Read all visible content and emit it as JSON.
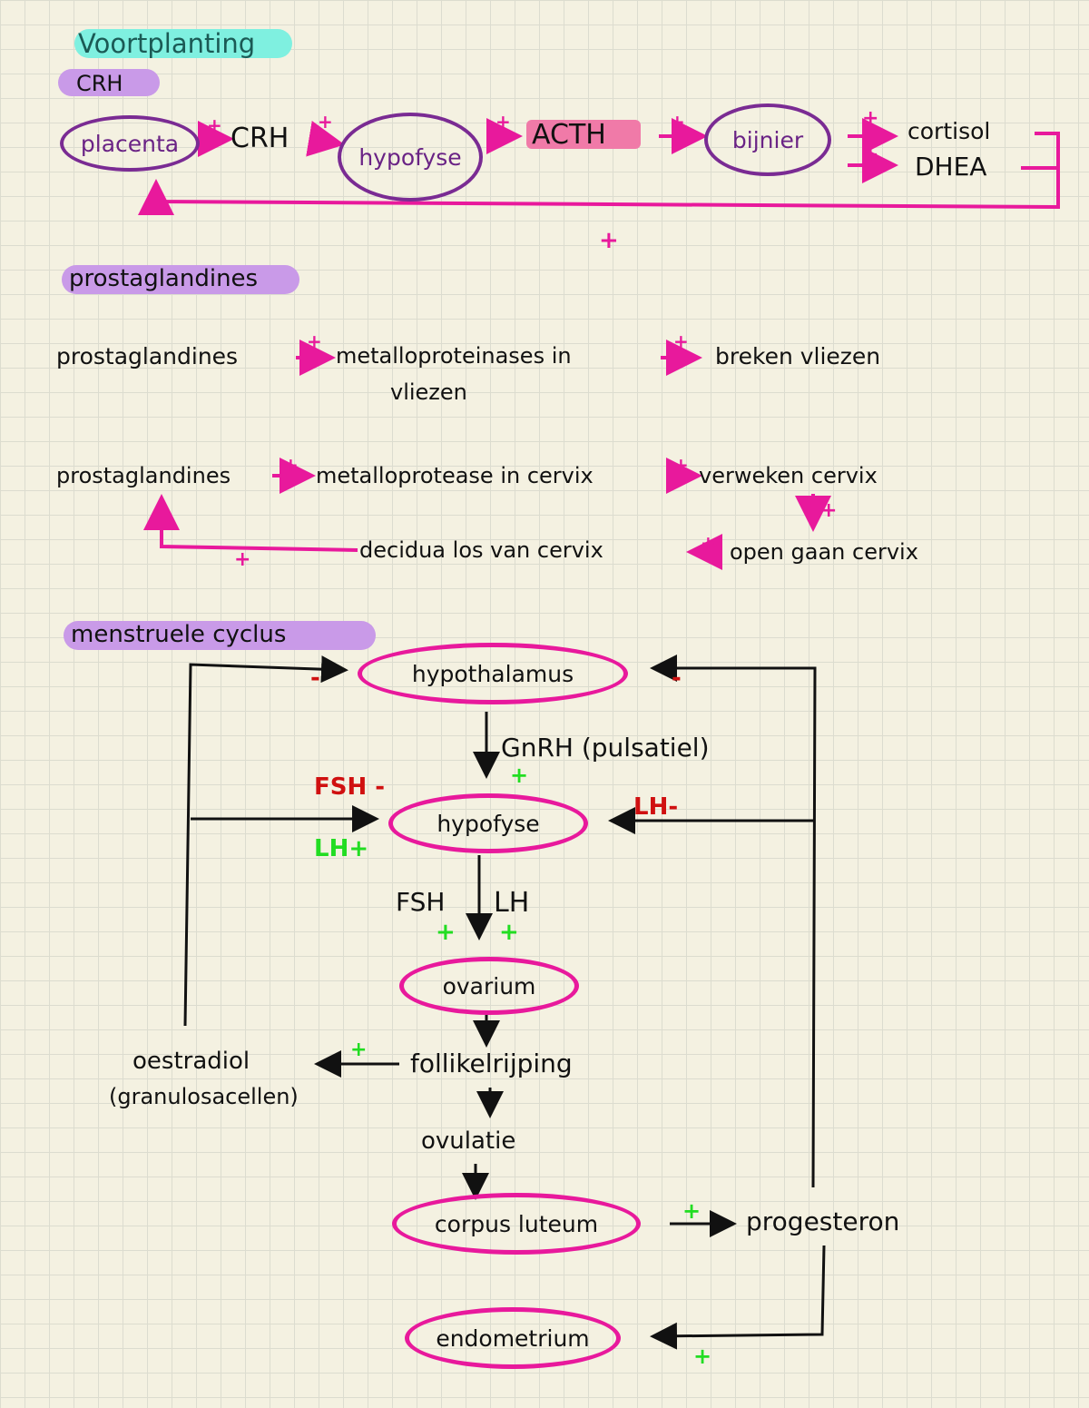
{
  "colors": {
    "purple": "#7a2b93",
    "pink": "#e8199c",
    "green": "#22dd22",
    "red": "#d01010",
    "teal": "#7ff0e0",
    "lilac": "#c99ae8",
    "ink": "#111111"
  },
  "section1": {
    "title": "Voortplanting",
    "subtitle": "CRH",
    "nodes": {
      "placenta": "placenta",
      "crh": "CRH",
      "hypofyse": "hypofyse",
      "acth": "ACTH",
      "bijnier": "bijnier",
      "cortisol": "cortisol",
      "dhea": "DHEA"
    },
    "signs": {
      "s1": "+",
      "s2": "+",
      "s3": "+",
      "s4": "+",
      "s5": "+",
      "s6": "+",
      "feedback": "+"
    }
  },
  "section2": {
    "title": "prostaglandines",
    "row1": {
      "a": "prostaglandines",
      "b": "metalloproteinases in",
      "b2": "vliezen",
      "c": "breken vliezen",
      "sign1": "+",
      "sign2": "+"
    },
    "row2": {
      "a": "prostaglandines",
      "b": "metalloprotease in cervix",
      "c": "verweken cervix",
      "sign1": "+",
      "sign2": "+",
      "down_sign": "+"
    },
    "row3": {
      "a": "decidua los van cervix",
      "b": "open gaan cervix",
      "sign1": "+",
      "loop_sign": "+"
    }
  },
  "section3": {
    "title": "menstruele cyclus",
    "hypothalamus": "hypothalamus",
    "gnrh": "GnRH (pulsatiel)",
    "hypofyse": "hypofyse",
    "fsh": "FSH",
    "lh": "LH",
    "ovarium": "ovarium",
    "follikelrijping": "follikelrijping",
    "oestradiol": "oestradiol",
    "oestradiol_sub": "(granulosacellen)",
    "ovulatie": "ovulatie",
    "corpus_luteum": "corpus luteum",
    "progesteron": "progesteron",
    "endometrium": "endometrium",
    "signs": {
      "hypo_left_minus": "-",
      "hypo_right_minus": "-",
      "gnrh_plus": "+",
      "fsh_minus": "FSH -",
      "lh_plus": "LH+",
      "lh_minus": "LH-",
      "fsh_plus": "+",
      "lh_plus2": "+",
      "oestr_plus": "+",
      "cl_plus": "+",
      "endo_plus": "+"
    }
  }
}
